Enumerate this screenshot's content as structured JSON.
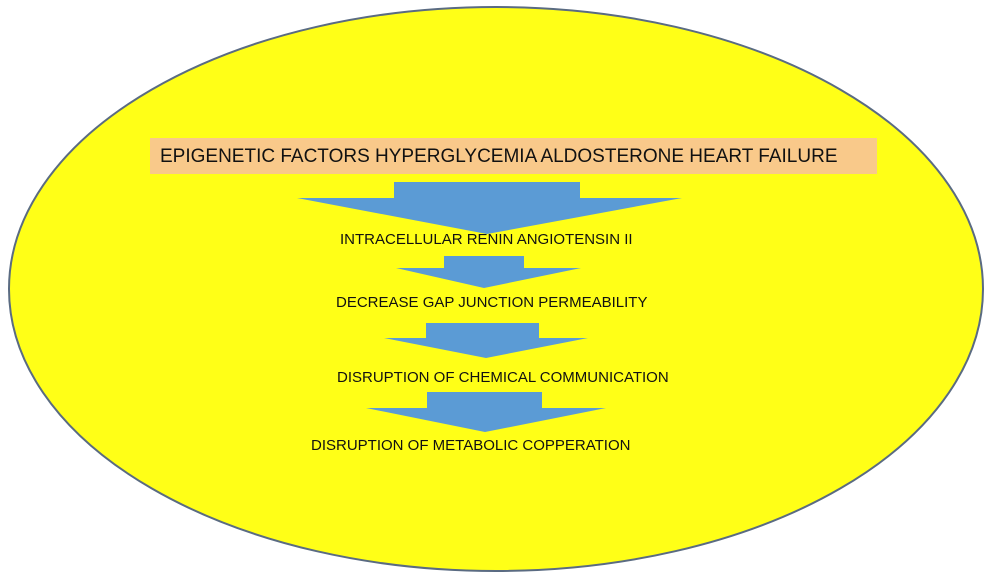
{
  "diagram": {
    "background_shape": "ellipse",
    "colors": {
      "ellipse_fill": "#ffff17",
      "ellipse_stroke": "#5a6b82",
      "banner_fill": "#f9c98a",
      "arrow_fill": "#5b9bd5",
      "text": "#111111"
    },
    "banner_text": "EPIGENETIC FACTORS   HYPERGLYCEMIA  ALDOSTERONE  HEART FAILURE",
    "steps": [
      "INTRACELLULAR  RENIN  ANGIOTENSIN II",
      "DECREASE GAP JUNCTION PERMEABILITY",
      "DISRUPTION OF CHEMICAL COMMUNICATION",
      "DISRUPTION OF METABOLIC COPPERATION"
    ],
    "arrow_icon": "down-arrow-icon"
  }
}
